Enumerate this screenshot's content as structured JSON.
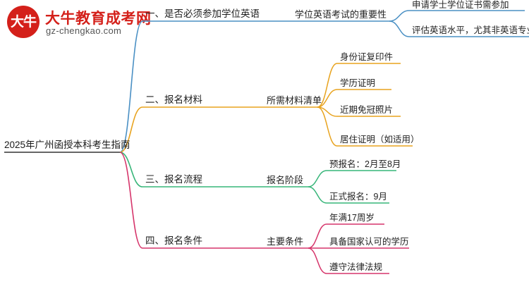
{
  "logo": {
    "badge_text": "大牛",
    "title": "大牛教育成考网",
    "subtitle": "gz-chengkao.com"
  },
  "mindmap": {
    "root": {
      "label": "2025年广州函授本科考生指南",
      "color": "#333333"
    },
    "branches": [
      {
        "label": "一、是否必须参加学位英语",
        "color": "#4a90c4",
        "children": [
          {
            "label": "学位英语考试的重要性",
            "color": "#4a90c4",
            "children": [
              {
                "label": "申请学士学位证书需参加",
                "color": "#4a90c4"
              },
              {
                "label": "评估英语水平，尤其非英语专业",
                "color": "#4a90c4"
              }
            ]
          }
        ]
      },
      {
        "label": "二、报名材料",
        "color": "#e8a31e",
        "children": [
          {
            "label": "所需材料清单",
            "color": "#e8a31e",
            "children": [
              {
                "label": "身份证复印件",
                "color": "#e8a31e"
              },
              {
                "label": "学历证明",
                "color": "#e8a31e"
              },
              {
                "label": "近期免冠照片",
                "color": "#e8a31e"
              },
              {
                "label": "居住证明（如适用）",
                "color": "#e8a31e"
              }
            ]
          }
        ]
      },
      {
        "label": "三、报名流程",
        "color": "#37b579",
        "children": [
          {
            "label": "报名阶段",
            "color": "#37b579",
            "children": [
              {
                "label": "预报名：2月至8月",
                "color": "#37b579"
              },
              {
                "label": "正式报名：9月",
                "color": "#37b579"
              }
            ]
          }
        ]
      },
      {
        "label": "四、报名条件",
        "color": "#d6356b",
        "children": [
          {
            "label": "主要条件",
            "color": "#d6356b",
            "children": [
              {
                "label": "年满17周岁",
                "color": "#d6356b"
              },
              {
                "label": "具备国家认可的学历",
                "color": "#d6356b"
              },
              {
                "label": "遵守法律法规",
                "color": "#d6356b"
              }
            ]
          }
        ]
      }
    ]
  }
}
